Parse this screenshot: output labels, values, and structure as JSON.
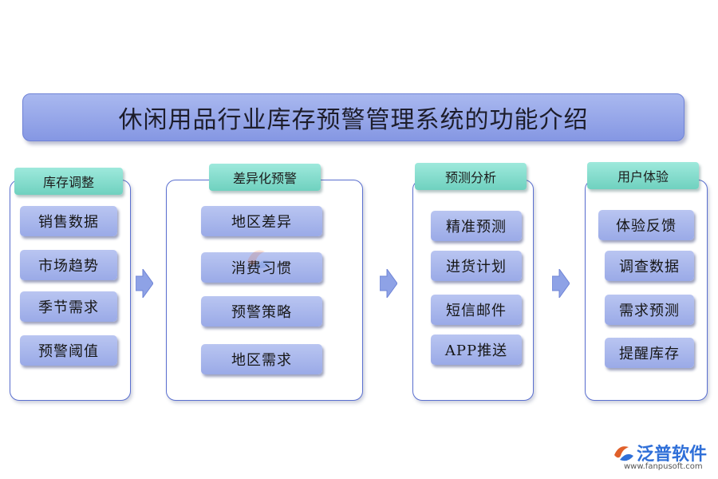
{
  "title": "休闲用品行业库存预警管理系统的功能介绍",
  "columns": [
    {
      "header": "库存调整",
      "items": [
        "销售数据",
        "市场趋势",
        "季节需求",
        "预警阈值"
      ]
    },
    {
      "header": "差异化预警",
      "items": [
        "地区差异",
        "消费习惯",
        "预警策略",
        "地区需求"
      ]
    },
    {
      "header": "预测分析",
      "items": [
        "精准预测",
        "进货计划",
        "短信邮件",
        "APP推送"
      ]
    },
    {
      "header": "用户体验",
      "items": [
        "体验反馈",
        "调查数据",
        "需求预测",
        "提醒库存"
      ]
    }
  ],
  "logo": {
    "name": "泛普软件",
    "url": "www.fanpusoft.com"
  },
  "colors": {
    "title_bar": "#95a6ea",
    "tag": "#7fdcca",
    "item": "#a9b7ec",
    "panel_border": "#5a6fcf",
    "arrow": "#8ea2e6"
  }
}
